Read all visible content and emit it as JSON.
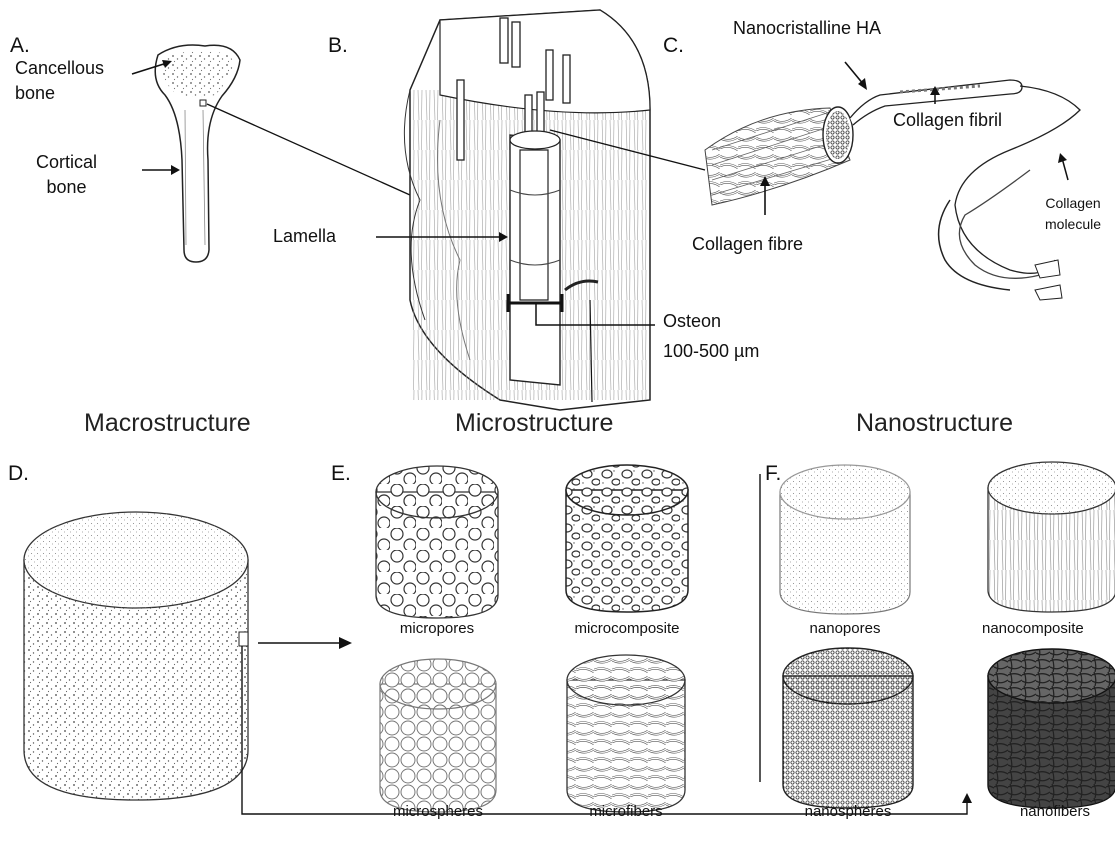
{
  "panels": {
    "a": "A.",
    "b": "B.",
    "c": "C.",
    "d": "D.",
    "e": "E.",
    "f": "F."
  },
  "bone": {
    "cancellous": "Cancellous\nbone",
    "cortical": "Cortical\nbone"
  },
  "osteon": {
    "lamella": "Lamella",
    "osteon": "Osteon",
    "size": "100-500 µm"
  },
  "collagen": {
    "ha": "Nanocristalline HA",
    "fibril": "Collagen fibril",
    "molecule": "Collagen\nmolecule",
    "fibre": "Collagen fibre"
  },
  "sections": {
    "macro": "Macrostructure",
    "micro": "Microstructure",
    "nano": "Nanostructure"
  },
  "micro_items": [
    "micropores",
    "microcomposite",
    "microspheres",
    "microfibers"
  ],
  "nano_items": [
    "nanopores",
    "nanocomposite",
    "nanospheres",
    "nanofibers"
  ]
}
